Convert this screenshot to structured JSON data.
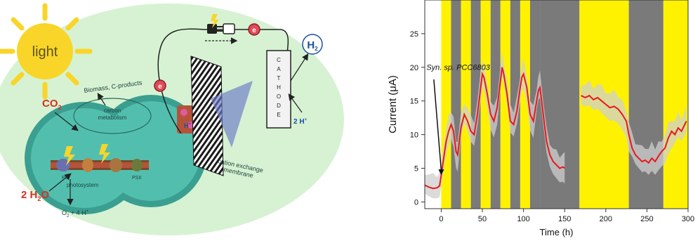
{
  "diagram": {
    "light_label": "light",
    "co2_label": "CO",
    "co2_sub": "2",
    "biomass_label": "Biomass, C-products",
    "metabolism_label_1": "carbon",
    "metabolism_label_2": "metabolism",
    "photosystem_label": "photosystem",
    "water_label": "2 H",
    "water_sub": "2",
    "water_tail": "O",
    "o2_label": "O",
    "o2_sub": "2",
    "o2_tail": " + 4 H",
    "o2_sup": "+",
    "electron_label": "e",
    "proton_label": "H",
    "proton_sup": "+",
    "cathode_letters": [
      "C",
      "A",
      "T",
      "H",
      "O",
      "D",
      "E"
    ],
    "h2_label": "H",
    "h2_sub": "2",
    "cathode_proton_label": "2 H",
    "cathode_proton_sup": "+",
    "membrane_label_1": "cation exchange",
    "membrane_label_2": "membrane",
    "psi_label": "PSI",
    "psii_label": "PSII",
    "colors": {
      "cell_fill": "#52bfae",
      "background_ellipse": "#d6f2d2",
      "electron": "#e14b57",
      "sun": "#f8d528",
      "h2_text": "#1b4fa0",
      "red_text": "#d9301f"
    }
  },
  "chart_data": {
    "type": "line",
    "xlabel": "Time (h)",
    "ylabel": "Current (μA)",
    "xlim": [
      -20,
      300
    ],
    "ylim": [
      -1,
      30
    ],
    "xticks": [
      0,
      50,
      100,
      150,
      200,
      250,
      300
    ],
    "yticks": [
      0,
      5,
      10,
      15,
      20,
      25
    ],
    "annotation": "Syn. sp. PCC6803",
    "annotation_arrow_to": [
      0,
      4
    ],
    "light_dark_periods": [
      {
        "start": 0,
        "end": 12,
        "state": "light"
      },
      {
        "start": 12,
        "end": 24,
        "state": "dark"
      },
      {
        "start": 24,
        "end": 36,
        "state": "light"
      },
      {
        "start": 36,
        "end": 48,
        "state": "dark"
      },
      {
        "start": 48,
        "end": 60,
        "state": "light"
      },
      {
        "start": 60,
        "end": 72,
        "state": "dark"
      },
      {
        "start": 72,
        "end": 84,
        "state": "light"
      },
      {
        "start": 84,
        "end": 96,
        "state": "dark"
      },
      {
        "start": 96,
        "end": 108,
        "state": "light"
      },
      {
        "start": 108,
        "end": 120,
        "state": "dark"
      },
      {
        "start": 120,
        "end": 168,
        "state": "dark"
      },
      {
        "start": 168,
        "end": 228,
        "state": "light"
      },
      {
        "start": 228,
        "end": 270,
        "state": "dark"
      },
      {
        "start": 270,
        "end": 300,
        "state": "light"
      }
    ],
    "series": [
      {
        "color": "#e8181c",
        "segments": [
          {
            "x": [
              -20,
              -15,
              -10,
              -5,
              -2,
              0,
              3,
              6,
              9,
              12,
              15,
              18,
              20,
              24,
              28,
              32,
              36,
              40,
              44,
              48,
              50,
              52,
              56,
              60,
              64,
              68,
              72,
              74,
              76,
              80,
              84,
              88,
              92,
              96,
              98,
              100,
              104,
              108,
              112,
              116,
              118,
              120,
              124,
              128,
              132,
              136,
              140,
              144,
              148,
              150
            ],
            "y": [
              2.5,
              2.2,
              2.0,
              2.1,
              2.4,
              4.0,
              6.5,
              9.0,
              10.5,
              11.5,
              10.5,
              7.5,
              7.0,
              11.0,
              13.0,
              12.0,
              10.5,
              10.0,
              13.0,
              17.0,
              19.0,
              18.5,
              16.0,
              13.0,
              12.0,
              14.0,
              18.0,
              20.0,
              19.0,
              16.0,
              12.0,
              11.5,
              13.5,
              17.0,
              18.5,
              19.0,
              17.0,
              13.0,
              12.0,
              15.0,
              16.5,
              17.0,
              13.0,
              9.0,
              7.0,
              6.0,
              5.5,
              5.0,
              5.2,
              5.0
            ]
          },
          {
            "x": [
              170,
              175,
              180,
              185,
              190,
              195,
              200,
              205,
              210,
              215,
              220,
              225,
              228,
              232,
              236,
              240,
              244,
              248,
              252,
              256,
              260,
              264,
              268,
              272,
              276,
              280,
              284,
              288,
              292,
              296,
              298
            ],
            "y": [
              15.8,
              15.5,
              15.8,
              15.2,
              15.5,
              15.0,
              14.5,
              14.0,
              14.2,
              13.8,
              13.0,
              12.0,
              10.0,
              8.0,
              7.0,
              6.5,
              6.0,
              6.2,
              5.8,
              6.5,
              6.0,
              6.8,
              7.5,
              8.0,
              9.5,
              10.5,
              10.0,
              11.0,
              10.5,
              11.5,
              12.0
            ]
          }
        ]
      }
    ]
  }
}
